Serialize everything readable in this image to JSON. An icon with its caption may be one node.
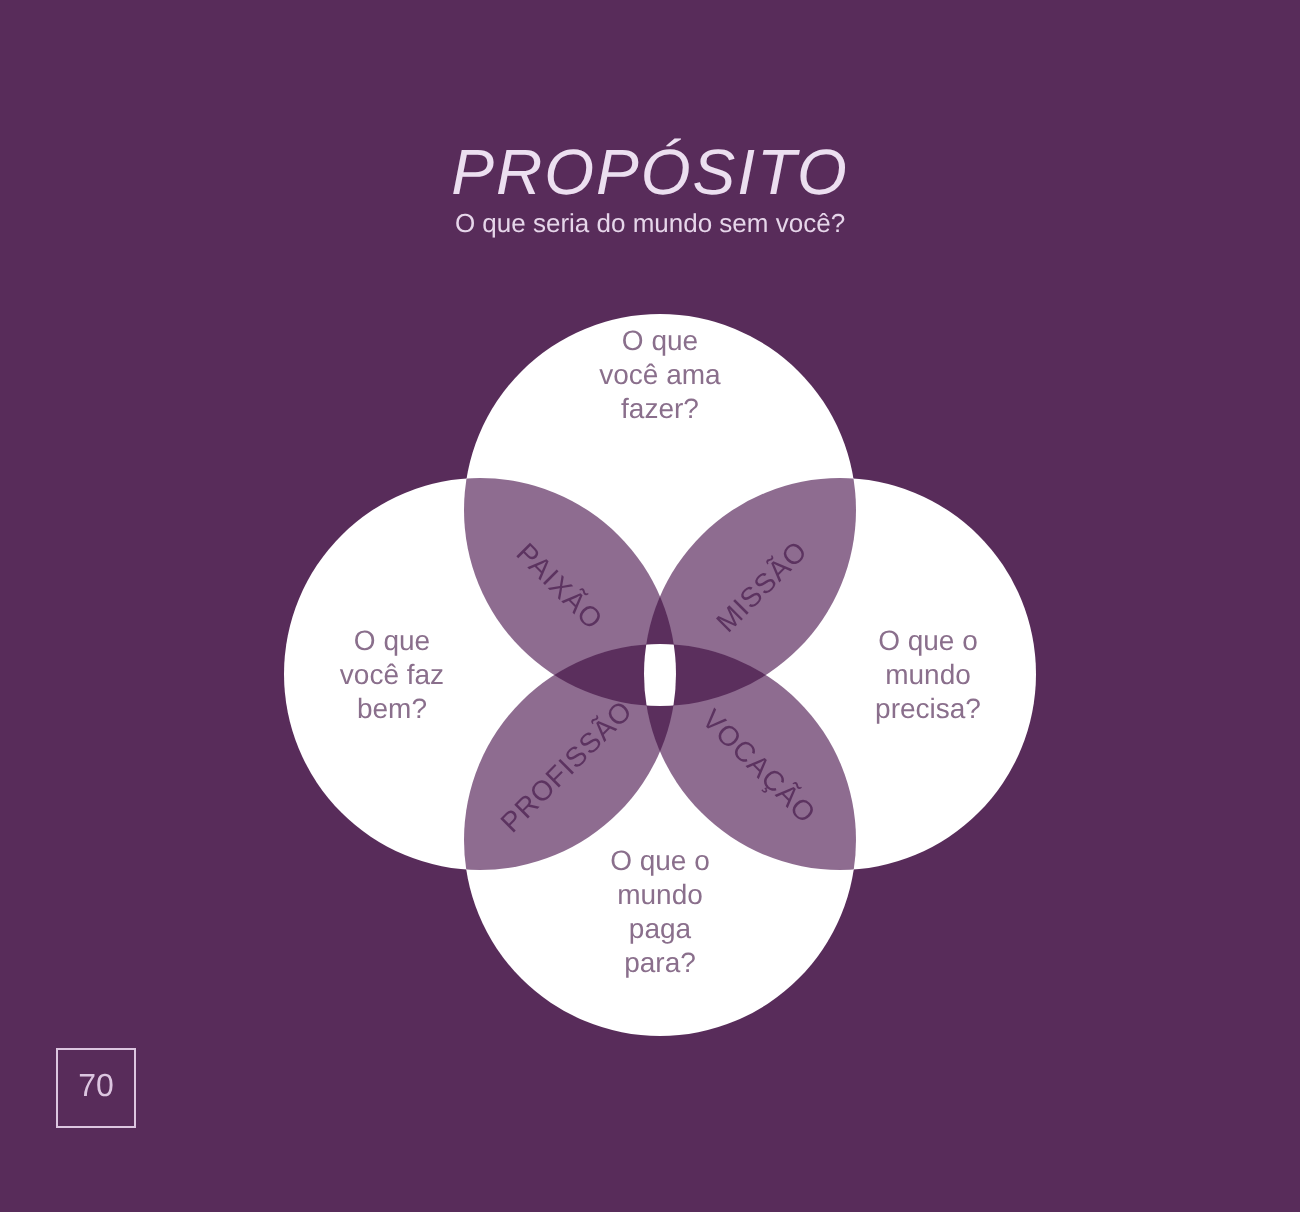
{
  "diagram": {
    "title": "PROPÓSITO",
    "nodes": [
      {
        "text": [
          "O que você ama fazer?"
        ]
      },
      {
        "text": [
          "O que você faz bem?"
        ]
      },
      {
        "text": [
          "O que o mundo precisa?"
        ]
      },
      {
        "text": [
          "O que o mundo paga para?"
        ]
      },
      {
        "text": [
          "70"
        ]
      }
    ],
    "labels": [
      "O que seria do mundo sem você?",
      "PAIXÃO",
      "MISSÃO",
      "PROFISSÃO",
      "VOCAÇÃO"
    ]
  }
}
